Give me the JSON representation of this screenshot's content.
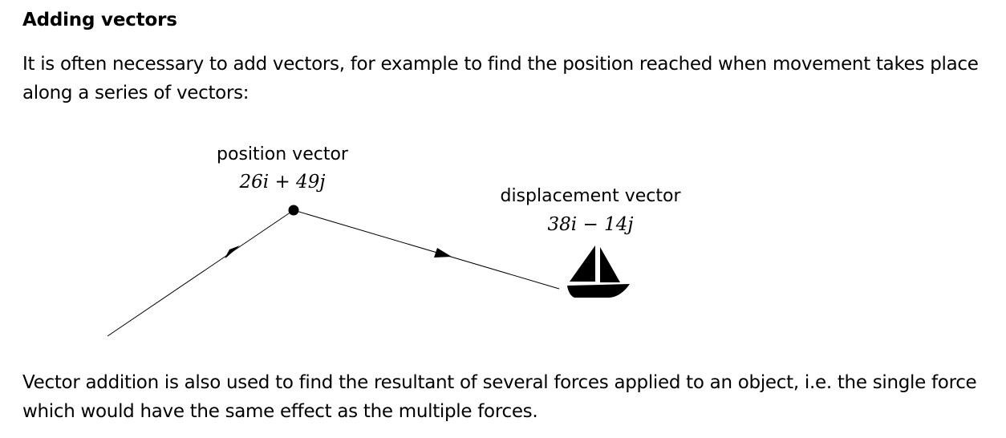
{
  "heading": "Adding vectors",
  "intro": "It is often necessary to add vectors, for example to find the position reached when movement takes place along a series of vectors:",
  "diagram": {
    "position_label": "position vector",
    "position_expr": "26i + 49j",
    "displacement_label": "displacement vector",
    "displacement_expr": "38i − 14j",
    "boat_icon": "sailboat-icon"
  },
  "closing": "Vector addition is also used to find the resultant of several forces applied to an object, i.e. the single force which would have the same effect as the multiple forces."
}
